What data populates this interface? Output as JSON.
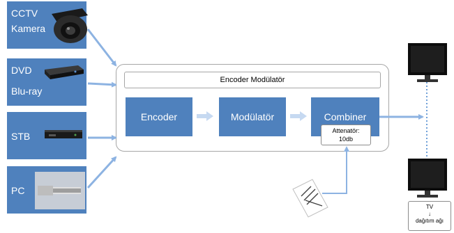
{
  "diagram": {
    "colors": {
      "block_fill": "#4f81bd",
      "arrow": "#8db3e2",
      "dots": "#6fa0d8",
      "border": "#a6a6a6"
    },
    "sources": [
      {
        "label": "CCTV Kamera",
        "line1": "CCTV",
        "line2": "Kamera",
        "device": "dome-camera"
      },
      {
        "label": "DVD Blu-ray",
        "line1": "DVD",
        "line2": "Blu-ray",
        "device": "disc-player"
      },
      {
        "label": "STB",
        "line1": "STB",
        "line2": "",
        "device": "set-top-box"
      },
      {
        "label": "PC",
        "line1": "PC",
        "line2": "",
        "device": "cable-connector"
      }
    ],
    "system_title": "Encoder Modülatör",
    "blocks": [
      {
        "label": "Encoder"
      },
      {
        "label": "Modülatör"
      },
      {
        "label": "Combiner"
      }
    ],
    "attenuator": {
      "line1": "Attenatör:",
      "line2": "10db"
    },
    "antenna": {
      "icon": "antenna-icon"
    },
    "tv_outputs": [
      {
        "icon": "tv-monitor-icon"
      },
      {
        "icon": "tv-monitor-icon"
      }
    ],
    "tv_note": {
      "line1": "TV",
      "arrow": "↓",
      "line2": "dağıtım ağı"
    }
  }
}
